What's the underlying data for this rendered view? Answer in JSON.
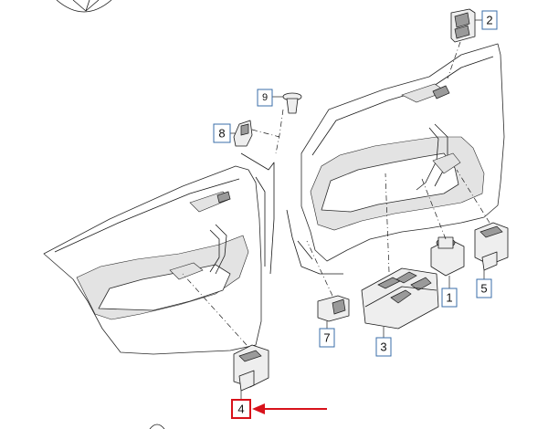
{
  "diagram": {
    "accent_color": "#3a6ea8",
    "highlight_color": "#d8121b",
    "callouts": [
      {
        "id": "part-1",
        "label": "1"
      },
      {
        "id": "part-2",
        "label": "2"
      },
      {
        "id": "part-3",
        "label": "3"
      },
      {
        "id": "part-4",
        "label": "4",
        "highlighted": true
      },
      {
        "id": "part-5",
        "label": "5"
      },
      {
        "id": "part-7",
        "label": "7"
      },
      {
        "id": "part-8",
        "label": "8"
      },
      {
        "id": "part-9",
        "label": "9"
      }
    ]
  }
}
